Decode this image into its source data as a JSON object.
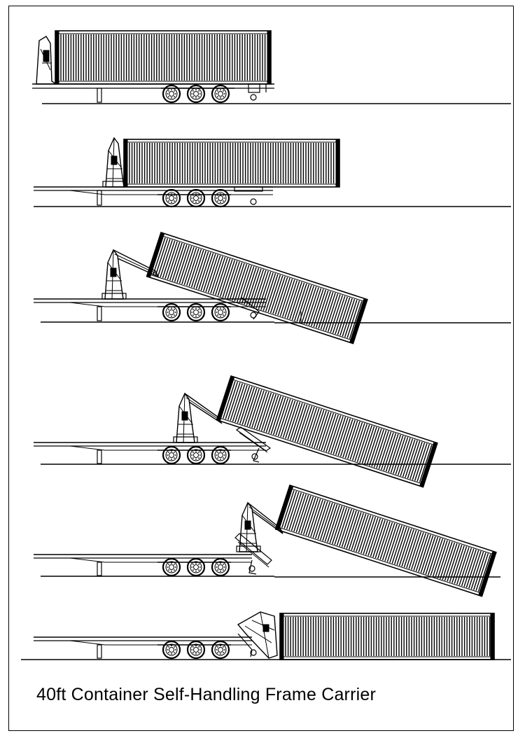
{
  "caption": "40ft Container Self-Handling Frame Carrier",
  "colors": {
    "line": "#000000",
    "background": "#ffffff"
  },
  "stages": [
    {
      "step": 1,
      "container_tilt_deg": 0,
      "container_position": "on-trailer"
    },
    {
      "step": 2,
      "container_tilt_deg": 0,
      "container_position": "shifted-rear"
    },
    {
      "step": 3,
      "container_tilt_deg": 18,
      "container_position": "lifting"
    },
    {
      "step": 4,
      "container_tilt_deg": 18,
      "container_position": "rear-on-ground"
    },
    {
      "step": 5,
      "container_tilt_deg": 18,
      "container_position": "sliding-off"
    },
    {
      "step": 6,
      "container_tilt_deg": 0,
      "container_position": "on-ground"
    }
  ]
}
